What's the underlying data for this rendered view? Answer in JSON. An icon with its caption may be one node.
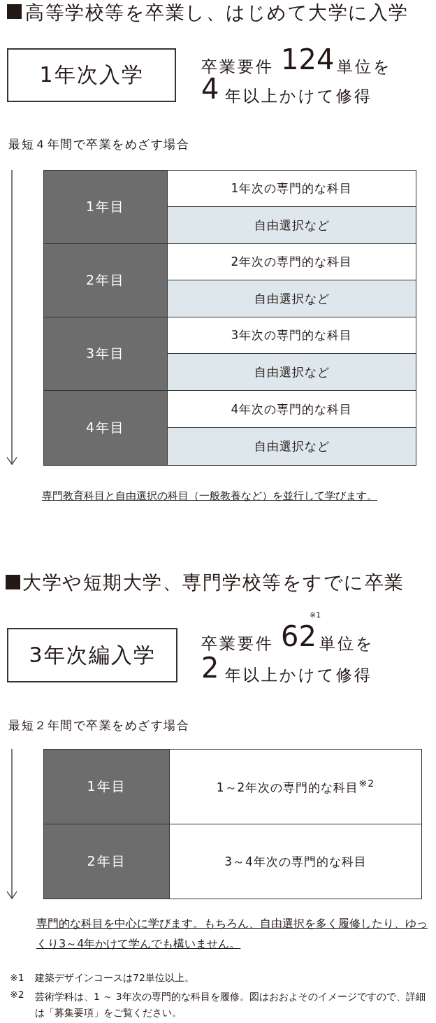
{
  "diagram": {
    "nodes": [
      {
        "text": [
          "1年次入学"
        ]
      },
      {
        "text": [
          "1年目"
        ]
      },
      {
        "text": [
          "1年次の専門的な科目"
        ]
      },
      {
        "text": [
          "自由選択など"
        ]
      },
      {
        "text": [
          "2年目"
        ]
      },
      {
        "text": [
          "2年次の専門的な科目"
        ]
      },
      {
        "text": [
          "自由選択など"
        ]
      },
      {
        "text": [
          "3年目"
        ]
      },
      {
        "text": [
          "3年次の専門的な科目"
        ]
      },
      {
        "text": [
          "自由選択など"
        ]
      },
      {
        "text": [
          "4年目"
        ]
      },
      {
        "text": [
          "4年次の専門的な科目"
        ]
      },
      {
        "text": [
          "自由選択など"
        ]
      },
      {
        "text": [
          "3年次編入学"
        ]
      },
      {
        "text": [
          "1年目"
        ]
      },
      {
        "text": [
          "1～2年次の専門的な科目$^{※2}$"
        ]
      },
      {
        "text": [
          "2年目"
        ]
      },
      {
        "text": [
          "3～4年次の専門的な科目"
        ]
      }
    ],
    "labels": [
      "高等学校等を卒業し、はじめて大学に入学",
      "卒業要件",
      "124",
      "単位を",
      "4",
      "年以上かけて修得",
      "最短４年間で卒業をめざす場合",
      "専門教育科目と自由選択の科目（一般教養など）を並行して学びます。",
      "大学や短期大学、専門学校等をすでに卒業",
      "卒業要件",
      "62",
      "※1",
      "単位を",
      "2",
      "年以上かけて修得",
      "最短２年間で卒業をめざす場合",
      "専門的な科目を中心に学びます。もちろん、自由選択を多く履修したり、ゆっくり3～4年かけて学んでも構いません。",
      "※1",
      "建築デザインコースは72単位以上。",
      "※2",
      "芸術学科は、1 ～ 3年次の専門的な科目を履修。図はおおよそのイメージですので、詳細は「募集要項」をご覧ください。"
    ]
  }
}
